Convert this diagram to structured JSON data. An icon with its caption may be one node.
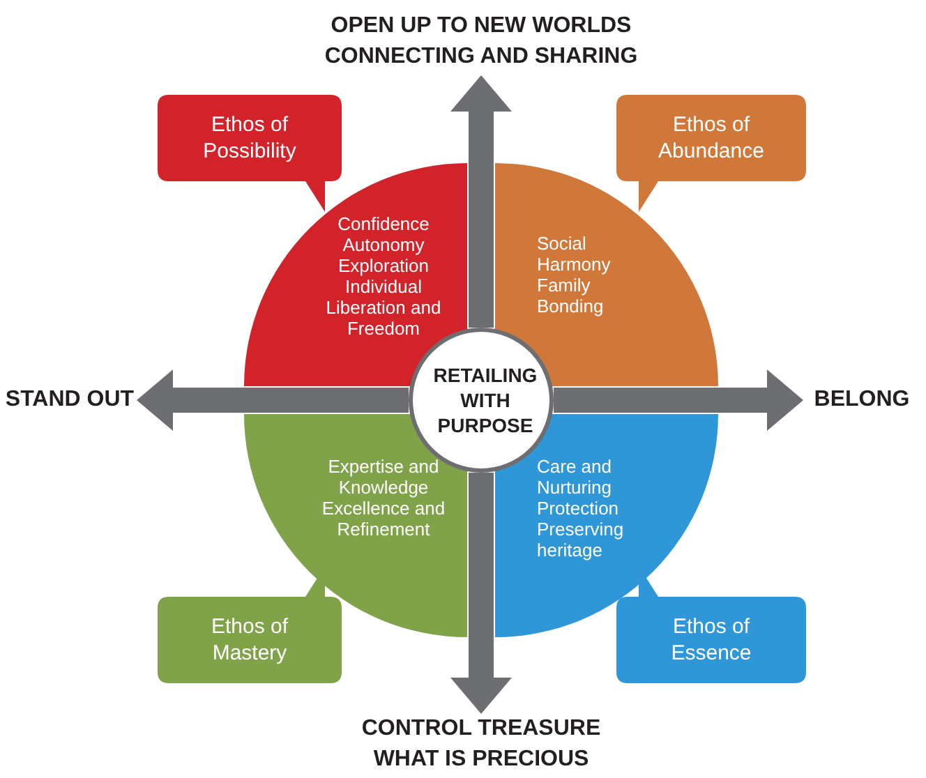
{
  "diagram": {
    "nodes": [
      {
        "text": [
          "OPEN UP TO NEW WORLDS CONNECTING AND SHARING"
        ]
      },
      {
        "text": [
          "Ethos of Possibility"
        ]
      },
      {
        "text": [
          "Ethos of Abundance"
        ]
      },
      {
        "text": [
          "Confidence Autonomy Exploration Individual Liberation and Freedom"
        ]
      },
      {
        "text": [
          "Social Harmony Family Bonding"
        ]
      },
      {
        "text": [
          "STAND OUT"
        ]
      },
      {
        "text": [
          "RETAILING WITH PURPOSE"
        ]
      },
      {
        "text": [
          "BELONG"
        ]
      },
      {
        "text": [
          "Expertise and Knowledge Excellence and Refinement"
        ]
      },
      {
        "text": [
          "Care and Nurturing Protection Preserving heritage"
        ]
      },
      {
        "text": [
          "Ethos of Mastery"
        ]
      },
      {
        "text": [
          "Ethos of Essence"
        ]
      },
      {
        "text": [
          "CONTROL TREASURE WHAT IS PRECIOUS"
        ]
      }
    ],
    "edges": [
      {
        "from": 6,
        "to": 0,
        "arrow": "to"
      },
      {
        "from": 6,
        "to": 5,
        "arrow": "to"
      },
      {
        "from": 6,
        "to": 7,
        "arrow": "to"
      },
      {
        "from": 6,
        "to": 12,
        "arrow": "to"
      }
    ]
  }
}
